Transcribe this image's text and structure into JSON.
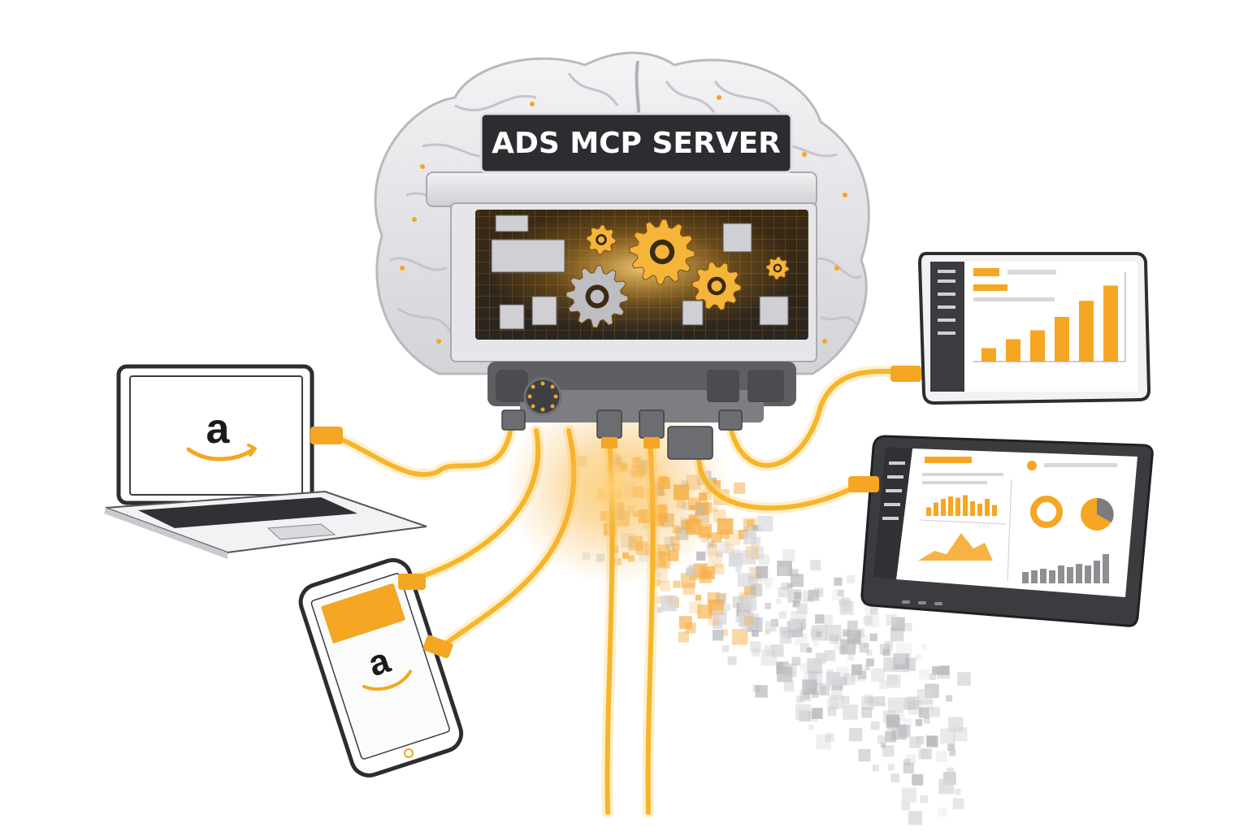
{
  "server": {
    "label": "ADS MCP SERVER"
  },
  "colors": {
    "accent": "#f5a623",
    "accent_dark": "#e8861a",
    "brain": "#e9e9ec",
    "brain_shadow": "#c9c9cf",
    "panel_dark": "#2e3033",
    "label_bg": "#2b2d30",
    "label_text": "#ffffff",
    "cable": "#f7b52b"
  },
  "devices": [
    {
      "name": "laptop",
      "logo": "a"
    },
    {
      "name": "smartphone",
      "logo": "a"
    },
    {
      "name": "tablet-bar-chart-dashboard"
    },
    {
      "name": "tablet-analytics-dashboard"
    }
  ],
  "icons": [
    "brain-icon",
    "gear-icon",
    "amazon-smile-logo",
    "bar-chart-icon",
    "donut-chart-icon",
    "pie-chart-icon",
    "area-chart-icon",
    "cable-connector-icon"
  ],
  "charts": {
    "tablet_top_bars": [
      0.15,
      0.25,
      0.35,
      0.5,
      0.68,
      0.85
    ],
    "tablet_bottom_top_bars": [
      0.35,
      0.55,
      0.7,
      0.8,
      0.75,
      0.85,
      0.6,
      0.5,
      0.7,
      0.45
    ],
    "tablet_bottom_bottom_bars": [
      0.35,
      0.4,
      0.45,
      0.4,
      0.55,
      0.5,
      0.6,
      0.55,
      0.7,
      0.9
    ]
  }
}
